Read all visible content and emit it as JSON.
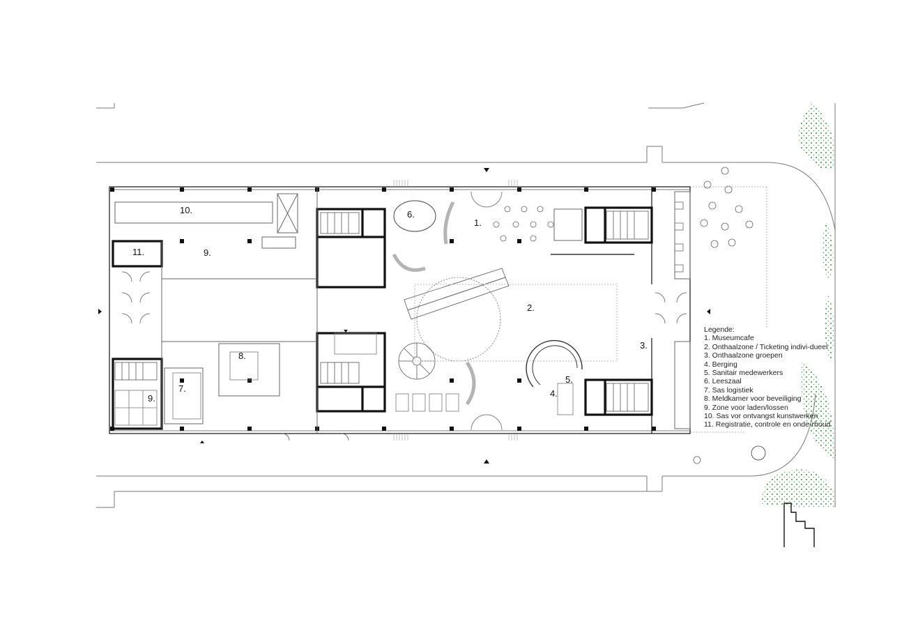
{
  "rooms": [
    {
      "id": "r1",
      "label": "1."
    },
    {
      "id": "r2",
      "label": "2."
    },
    {
      "id": "r3",
      "label": "3."
    },
    {
      "id": "r4",
      "label": "4."
    },
    {
      "id": "r5",
      "label": "5."
    },
    {
      "id": "r6",
      "label": "6."
    },
    {
      "id": "r7",
      "label": "7."
    },
    {
      "id": "r8",
      "label": "8."
    },
    {
      "id": "r9a",
      "label": "9."
    },
    {
      "id": "r9b",
      "label": "9."
    },
    {
      "id": "r10",
      "label": "10."
    },
    {
      "id": "r11",
      "label": "11."
    }
  ],
  "legend": {
    "title": "Legende:",
    "items": [
      "1. Museumcafe",
      "2. Onthaalzone / Ticketing indivi-dueel",
      "3. Onthaalzone groepen",
      "4. Berging",
      "5. Sanitair medewerkers",
      "6. Leeszaal",
      "7. Sas logistiek",
      "8. Meldkamer voor beveiliging",
      "9. Zone voor laden/lossen",
      "10. Sas vor ontvangst kunstwerken",
      "11. Registratie, controle en onde-rhoud"
    ]
  },
  "colors": {
    "wall": "#111111",
    "line": "#777777",
    "light_line": "#b5b5b5",
    "vegetation": "#2f9a3f",
    "paper": "#ffffff"
  }
}
